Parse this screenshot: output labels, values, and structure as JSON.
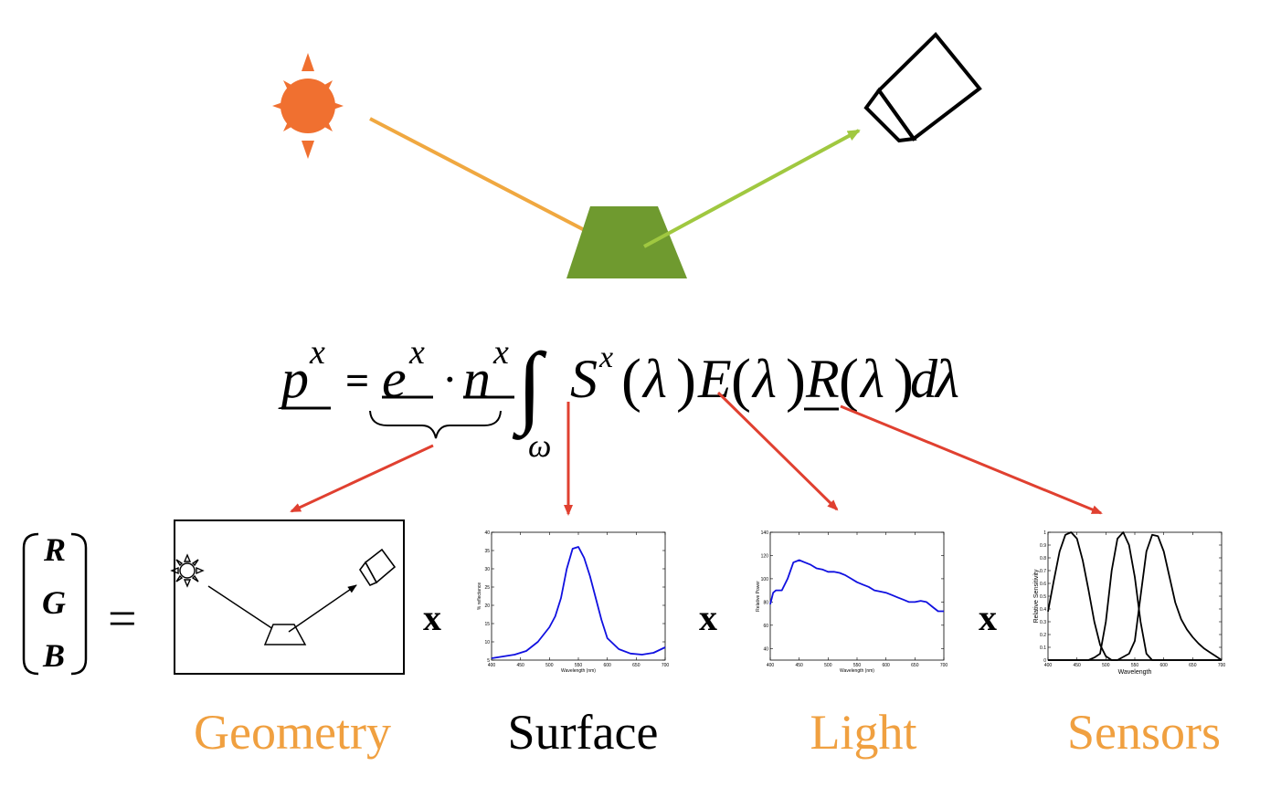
{
  "colors": {
    "sun": "#f07030",
    "surface": "#6f9a2f",
    "incident_ray": "#f0a840",
    "reflected_ray": "#a0c840",
    "pointer": "#e04030",
    "orange_label": "#f0a040",
    "black_label": "#000000",
    "curve_blue": "#1010e0"
  },
  "equation": {
    "lhs_p": "p",
    "sup_x": "x",
    "equals": "=",
    "e": "e",
    "dot": "·",
    "n": "n",
    "integral": "∫",
    "omega": "ω",
    "S": "S",
    "lambda": "λ",
    "E": "E",
    "R": "R",
    "d": "d",
    "open_paren": "(",
    "close_paren": ")"
  },
  "rgb_vector": {
    "r": "R",
    "g": "G",
    "b": "B",
    "equals": "="
  },
  "operators": {
    "times": "x"
  },
  "labels": {
    "geometry": "Geometry",
    "surface": "Surface",
    "light": "Light",
    "sensors": "Sensors"
  },
  "chart_data": [
    {
      "type": "line",
      "xlabel": "Wavelength (nm)",
      "ylabel": "% reflectance",
      "xlim": [
        400,
        700
      ],
      "ylim": [
        5,
        40
      ],
      "xticks": [
        400,
        450,
        500,
        550,
        600,
        650,
        700
      ],
      "yticks": [
        5,
        10,
        15,
        20,
        25,
        30,
        35,
        40
      ],
      "series": [
        {
          "x": [
            400,
            420,
            440,
            460,
            480,
            500,
            510,
            520,
            530,
            540,
            550,
            560,
            570,
            580,
            590,
            600,
            620,
            640,
            660,
            680,
            700
          ],
          "values": [
            5.5,
            6.0,
            6.5,
            7.5,
            10,
            14,
            17,
            22,
            30,
            35.5,
            36,
            33,
            28,
            22,
            16,
            11,
            8,
            6.8,
            6.5,
            7,
            8.5
          ]
        }
      ]
    },
    {
      "type": "line",
      "xlabel": "Wavelength (nm)",
      "ylabel": "Relative Power",
      "xlim": [
        400,
        700
      ],
      "ylim": [
        30,
        140
      ],
      "xticks": [
        400,
        450,
        500,
        550,
        600,
        650,
        700
      ],
      "yticks": [
        40,
        60,
        80,
        100,
        120,
        140
      ],
      "series": [
        {
          "x": [
            400,
            405,
            410,
            420,
            430,
            440,
            450,
            460,
            470,
            480,
            490,
            500,
            510,
            520,
            530,
            540,
            550,
            560,
            570,
            580,
            590,
            600,
            610,
            620,
            630,
            640,
            650,
            660,
            670,
            680,
            690,
            700
          ],
          "values": [
            78,
            88,
            90,
            90,
            100,
            114,
            116,
            114,
            112,
            109,
            108,
            106,
            106,
            105,
            103,
            100,
            97,
            95,
            93,
            90,
            89,
            88,
            86,
            84,
            82,
            80,
            80,
            81,
            80,
            76,
            72,
            72
          ]
        }
      ]
    },
    {
      "type": "line",
      "xlabel": "Wavelength",
      "ylabel": "Relative Sensitivity",
      "xlim": [
        400,
        700
      ],
      "ylim": [
        0,
        1
      ],
      "xticks": [
        400,
        450,
        500,
        550,
        600,
        650,
        700
      ],
      "yticks": [
        0,
        0.1,
        0.2,
        0.3,
        0.4,
        0.5,
        0.6,
        0.7,
        0.8,
        0.9,
        1
      ],
      "series": [
        {
          "x": [
            400,
            410,
            420,
            430,
            440,
            450,
            460,
            470,
            480,
            490,
            500,
            510,
            520,
            540,
            600,
            700
          ],
          "values": [
            0.38,
            0.62,
            0.85,
            0.98,
            1.0,
            0.95,
            0.78,
            0.55,
            0.3,
            0.12,
            0.03,
            0.0,
            0.0,
            0.0,
            0.0,
            0.0
          ]
        },
        {
          "x": [
            400,
            470,
            480,
            490,
            500,
            510,
            520,
            530,
            540,
            550,
            560,
            570,
            580,
            600,
            700
          ],
          "values": [
            0.0,
            0.0,
            0.02,
            0.05,
            0.3,
            0.7,
            0.95,
            1.0,
            0.9,
            0.65,
            0.3,
            0.05,
            0.0,
            0.0,
            0.0
          ]
        },
        {
          "x": [
            400,
            520,
            540,
            550,
            560,
            570,
            580,
            590,
            600,
            610,
            620,
            630,
            640,
            650,
            660,
            670,
            680,
            690,
            700
          ],
          "values": [
            0.0,
            0.0,
            0.05,
            0.15,
            0.5,
            0.85,
            0.98,
            0.97,
            0.85,
            0.65,
            0.45,
            0.32,
            0.24,
            0.18,
            0.13,
            0.09,
            0.06,
            0.03,
            0.0
          ]
        }
      ]
    }
  ]
}
